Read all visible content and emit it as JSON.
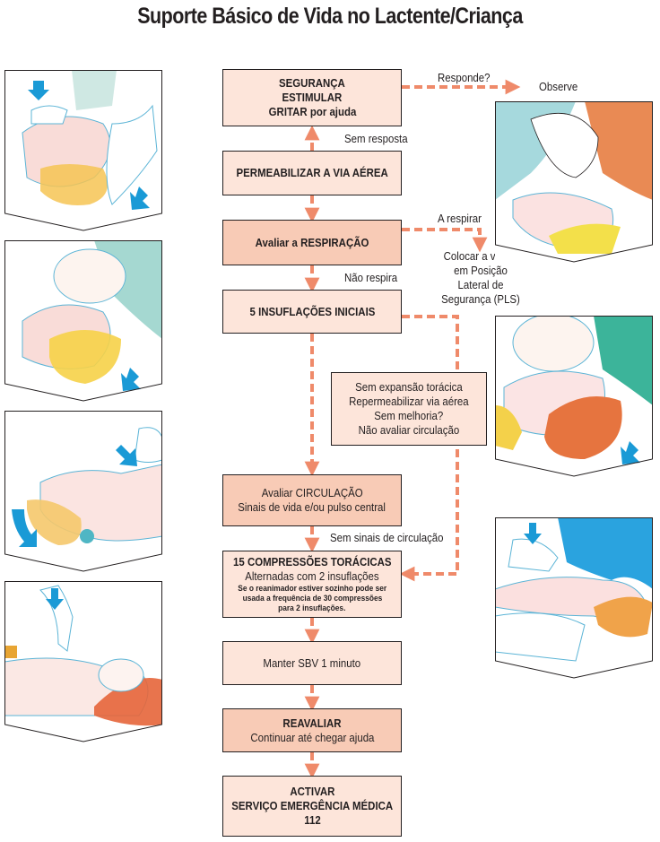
{
  "title": "Suporte Básico de Vida no Lactente/Criança",
  "colors": {
    "box_light": "#fde5da",
    "box_dark": "#f8cbb6",
    "arrow": "#ef8a6a",
    "border": "#231f20",
    "illustration_arrow": "#1a9ad6"
  },
  "flow": {
    "seguranca": {
      "lines": [
        "SEGURANÇA",
        "ESTIMULAR",
        "GRITAR por ajuda"
      ]
    },
    "permeabilizar": {
      "lines": [
        "PERMEABILIZAR A VIA AÉREA"
      ]
    },
    "respiracao": {
      "lines": [
        "Avaliar a RESPIRAÇÃO"
      ]
    },
    "insuflacoes": {
      "lines": [
        "5 INSUFLAÇÕES INICIAIS"
      ]
    },
    "sem_expansao": {
      "lines": [
        "Sem expansão torácica",
        "Repermeabilizar via aérea",
        "Sem melhoria?",
        "Não avaliar circulação"
      ]
    },
    "circulacao": {
      "lines": [
        "Avaliar CIRCULAÇÃO",
        "Sinais de vida e/ou pulso central"
      ]
    },
    "compressoes": {
      "lines": [
        "15 COMPRESSÕES TORÁCICAS",
        "Alternadas com 2 insuflações"
      ],
      "note": [
        "Se o reanimador estiver sozinho pode ser",
        "usada a frequência de 30 compressões",
        "para 2 insuflações."
      ]
    },
    "manter": {
      "lines": [
        "Manter SBV 1 minuto"
      ]
    },
    "reavaliar": {
      "lines": [
        "REAVALIAR",
        "Continuar até chegar ajuda"
      ]
    },
    "activar": {
      "lines": [
        "ACTIVAR",
        "SERVIÇO EMERGÊNCIA MÉDICA",
        "112"
      ]
    }
  },
  "labels": {
    "responde": "Responde?",
    "observe": "Observe",
    "sem_resposta": "Sem resposta",
    "a_respirar": "A respirar",
    "colocar_pls": [
      "Colocar a vítima",
      "em Posição",
      "Lateral de",
      "Segurança (PLS)"
    ],
    "nao_respira": "Não respira",
    "sem_sinais": "Sem sinais de circulação"
  },
  "illustrations": {
    "left": [
      {
        "name": "airway-head-tilt-chin-lift",
        "description": "head tilt / chin lift"
      },
      {
        "name": "mouth-to-mouth-nose-infant",
        "description": "rescue breaths on infant"
      },
      {
        "name": "check-pulse-infant",
        "description": "brachial pulse check"
      },
      {
        "name": "two-finger-compressions-infant",
        "description": "two-finger chest compressions"
      }
    ],
    "right": [
      {
        "name": "look-listen-feel-breathing",
        "description": "check breathing"
      },
      {
        "name": "mouth-to-mouth-child",
        "description": "rescue breaths on child"
      },
      {
        "name": "one-hand-compressions-child",
        "description": "chest compressions on child"
      }
    ]
  }
}
